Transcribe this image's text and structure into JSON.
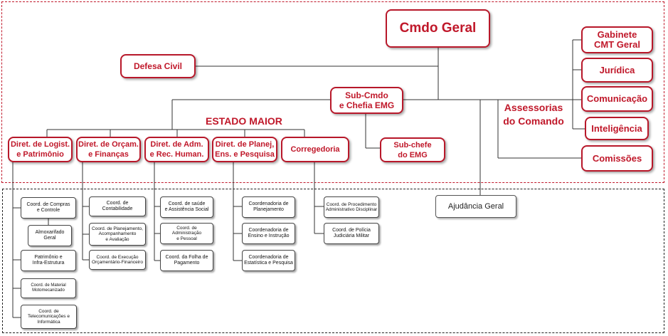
{
  "top": {
    "cmdo_geral": "Cmdo Geral",
    "defesa_civil": "Defesa Civil",
    "sub_cmdo": "Sub-Cmdo\ne Chefia EMG",
    "sub_chefe": "Sub-chefe\ndo EMG",
    "estado_maior": "ESTADO MAIOR",
    "assessorias": "Assessorias\ndo Comando"
  },
  "assessorias": [
    "Gabinete\nCMT Geral",
    "Jurídica",
    "Comunicação",
    "Inteligência",
    "Comissões"
  ],
  "diretorias": [
    "Diret. de Logist.\ne Patrimônio",
    "Diret. de Orçam.\ne Finanças",
    "Diret. de Adm.\ne Rec. Human.",
    "Diret. de Planej,\nEns. e Pesquisa",
    "Corregedoria"
  ],
  "ajudancia": "Ajudância Geral",
  "logist_units": [
    "Coord. de Compras\ne Controle",
    "Almoxarifado\nGeral",
    "Patrimônio e\nInfra-Estrutura",
    "Coord. de Material\nMotomecanizado",
    "Coord. de\nTelecomunicações e\nInformática"
  ],
  "financas_units": [
    "Coord. de\nContabilidade",
    "Coord. de Planejamento,\nAcompanhamento\ne Avaliação",
    "Coord. de Execução\nOrçamentário-Financeiro"
  ],
  "rh_units": [
    "Coord. de saúde\ne Assistência Social",
    "Coord. de Administração\ne Pessoal",
    "Coord. da Folha de\nPagamento"
  ],
  "planej_units": [
    "Coordenadoria de\nPlanejamento",
    "Coordenadoria de\nEnsino e Instrução",
    "Coordenadoria de\nEstatística e Pesquisa"
  ],
  "correg_units": [
    "Coord. de Procedimento\nAdministrativo Disciplinar",
    "Coord. de Polícia\nJudiciária Militar"
  ]
}
